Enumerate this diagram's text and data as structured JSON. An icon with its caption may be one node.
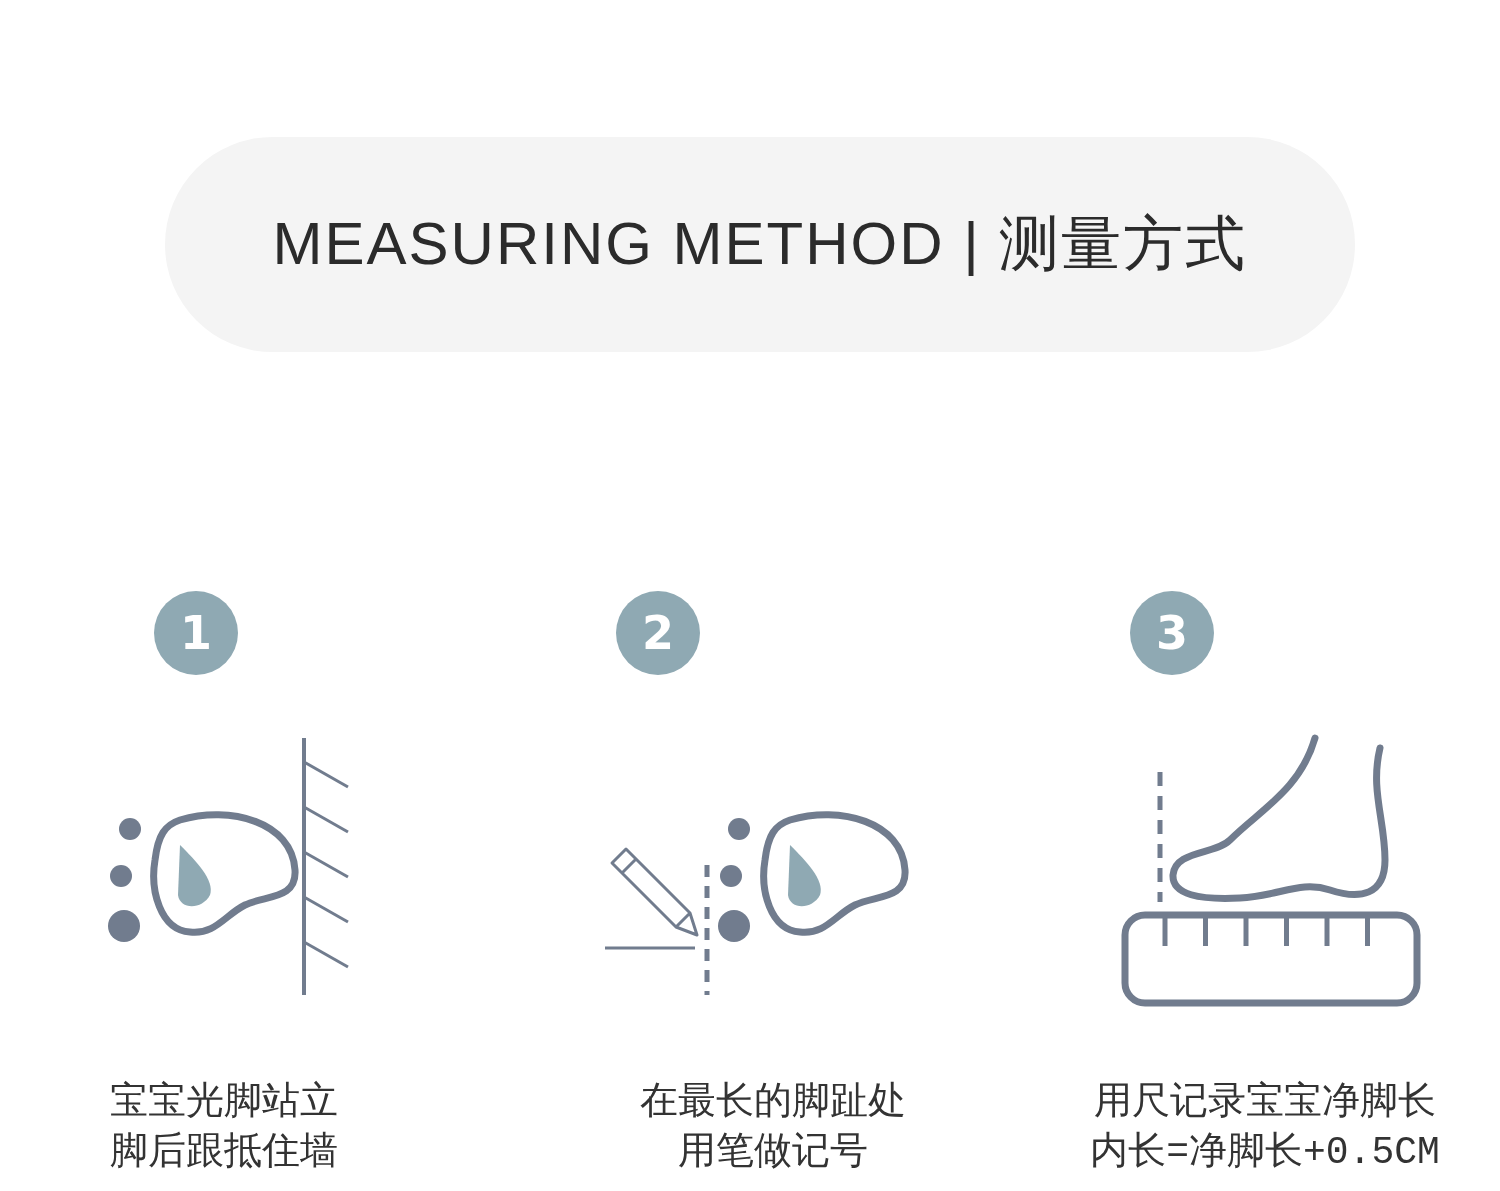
{
  "diagram": {
    "title": "MEASURING METHOD | 测量方式",
    "nodes": [
      {
        "text": [
          "1"
        ]
      },
      {
        "text": [
          "2"
        ]
      },
      {
        "text": [
          "3"
        ]
      }
    ],
    "labels": [
      "宝宝光脚站立脚后跟抵住墙",
      "在最长的脚趾处用笔做记号",
      "用尺记录宝宝净脚长内长=净脚长+0.5CM"
    ]
  }
}
